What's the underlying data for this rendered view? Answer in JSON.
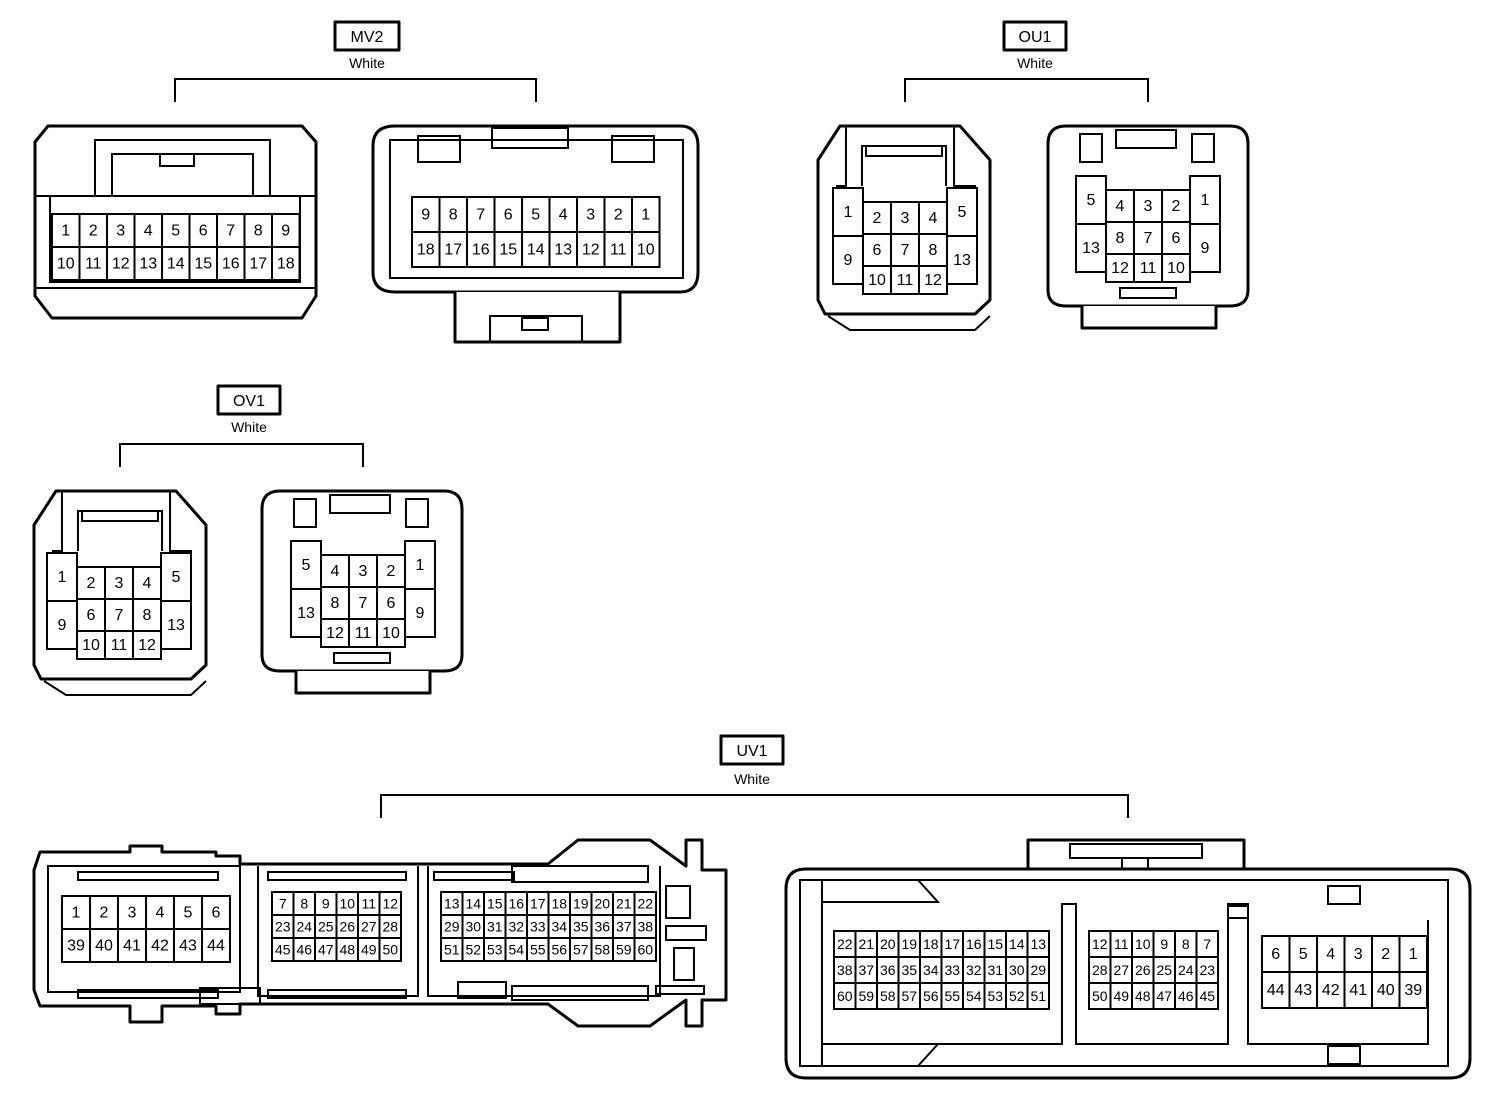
{
  "connectors": [
    {
      "id": "MV2",
      "color_label": "White",
      "views": [
        {
          "rows": [
            [
              "1",
              "2",
              "3",
              "4",
              "5",
              "6",
              "7",
              "8",
              "9"
            ],
            [
              "10",
              "11",
              "12",
              "13",
              "14",
              "15",
              "16",
              "17",
              "18"
            ]
          ]
        },
        {
          "rows": [
            [
              "9",
              "8",
              "7",
              "6",
              "5",
              "4",
              "3",
              "2",
              "1"
            ],
            [
              "18",
              "17",
              "16",
              "15",
              "14",
              "13",
              "12",
              "11",
              "10"
            ]
          ]
        }
      ]
    },
    {
      "id": "OU1",
      "color_label": "White",
      "views": [
        {
          "pins": [
            "1",
            "2",
            "3",
            "4",
            "5",
            "9",
            "6",
            "7",
            "8",
            "13",
            "10",
            "11",
            "12"
          ]
        },
        {
          "pins": [
            "5",
            "4",
            "3",
            "2",
            "1",
            "13",
            "8",
            "7",
            "6",
            "9",
            "12",
            "11",
            "10"
          ]
        }
      ]
    },
    {
      "id": "OV1",
      "color_label": "White",
      "views": [
        {
          "pins": [
            "1",
            "2",
            "3",
            "4",
            "5",
            "9",
            "6",
            "7",
            "8",
            "13",
            "10",
            "11",
            "12"
          ]
        },
        {
          "pins": [
            "5",
            "4",
            "3",
            "2",
            "1",
            "13",
            "8",
            "7",
            "6",
            "9",
            "12",
            "11",
            "10"
          ]
        }
      ]
    },
    {
      "id": "UV1",
      "color_label": "White",
      "views": [
        {
          "blocks": [
            {
              "rows": [
                [
                  "1",
                  "2",
                  "3",
                  "4",
                  "5",
                  "6"
                ],
                [
                  "39",
                  "40",
                  "41",
                  "42",
                  "43",
                  "44"
                ]
              ]
            },
            {
              "rows": [
                [
                  "7",
                  "8",
                  "9",
                  "10",
                  "11",
                  "12"
                ],
                [
                  "23",
                  "24",
                  "25",
                  "26",
                  "27",
                  "28"
                ],
                [
                  "45",
                  "46",
                  "47",
                  "48",
                  "49",
                  "50"
                ]
              ]
            },
            {
              "rows": [
                [
                  "13",
                  "14",
                  "15",
                  "16",
                  "17",
                  "18",
                  "19",
                  "20",
                  "21",
                  "22"
                ],
                [
                  "29",
                  "30",
                  "31",
                  "32",
                  "33",
                  "34",
                  "35",
                  "36",
                  "37",
                  "38"
                ],
                [
                  "51",
                  "52",
                  "53",
                  "54",
                  "55",
                  "56",
                  "57",
                  "58",
                  "59",
                  "60"
                ]
              ]
            }
          ]
        },
        {
          "blocks": [
            {
              "rows": [
                [
                  "22",
                  "21",
                  "20",
                  "19",
                  "18",
                  "17",
                  "16",
                  "15",
                  "14",
                  "13"
                ],
                [
                  "38",
                  "37",
                  "36",
                  "35",
                  "34",
                  "33",
                  "32",
                  "31",
                  "30",
                  "29"
                ],
                [
                  "60",
                  "59",
                  "58",
                  "57",
                  "56",
                  "55",
                  "54",
                  "53",
                  "52",
                  "51"
                ]
              ]
            },
            {
              "rows": [
                [
                  "12",
                  "11",
                  "10",
                  "9",
                  "8",
                  "7"
                ],
                [
                  "28",
                  "27",
                  "26",
                  "25",
                  "24",
                  "23"
                ],
                [
                  "50",
                  "49",
                  "48",
                  "47",
                  "46",
                  "45"
                ]
              ]
            },
            {
              "rows": [
                [
                  "6",
                  "5",
                  "4",
                  "3",
                  "2",
                  "1"
                ],
                [
                  "44",
                  "43",
                  "42",
                  "41",
                  "40",
                  "39"
                ]
              ]
            }
          ]
        }
      ]
    }
  ]
}
